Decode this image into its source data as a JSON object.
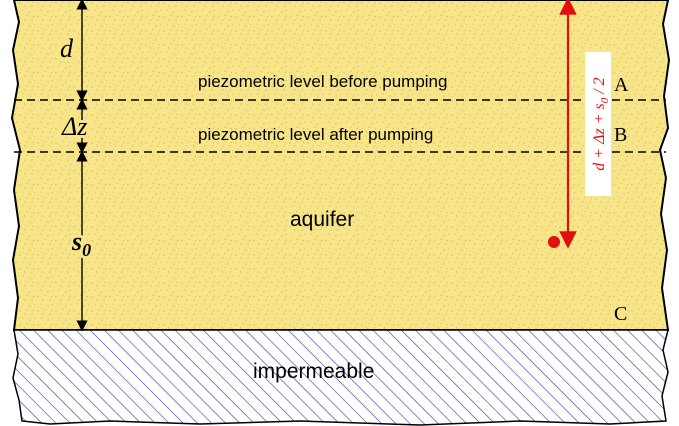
{
  "colors": {
    "aquifer_fill": "#F8E587",
    "aquifer_speckle": "#B9AE7A",
    "impermeable_hatch": "#3A3AA0",
    "line": "#000000",
    "annotation": "#E01010"
  },
  "levels": {
    "before_pumping": {
      "label": "piezometric level before pumping",
      "marker": "A"
    },
    "after_pumping": {
      "label": "piezometric level after pumping",
      "marker": "B"
    },
    "base": {
      "marker": "C"
    }
  },
  "dimensions": {
    "d": "d",
    "delta_z": "Δz",
    "s0_main": "s",
    "s0_sub": "0"
  },
  "layers": {
    "aquifer": "aquifer",
    "impermeable": "impermeable"
  },
  "annotation": {
    "formula": "d + Δz + s0 / 2",
    "formula_parts": {
      "head": "d + Δz + s",
      "sub": "0",
      "tail": " / 2"
    }
  }
}
